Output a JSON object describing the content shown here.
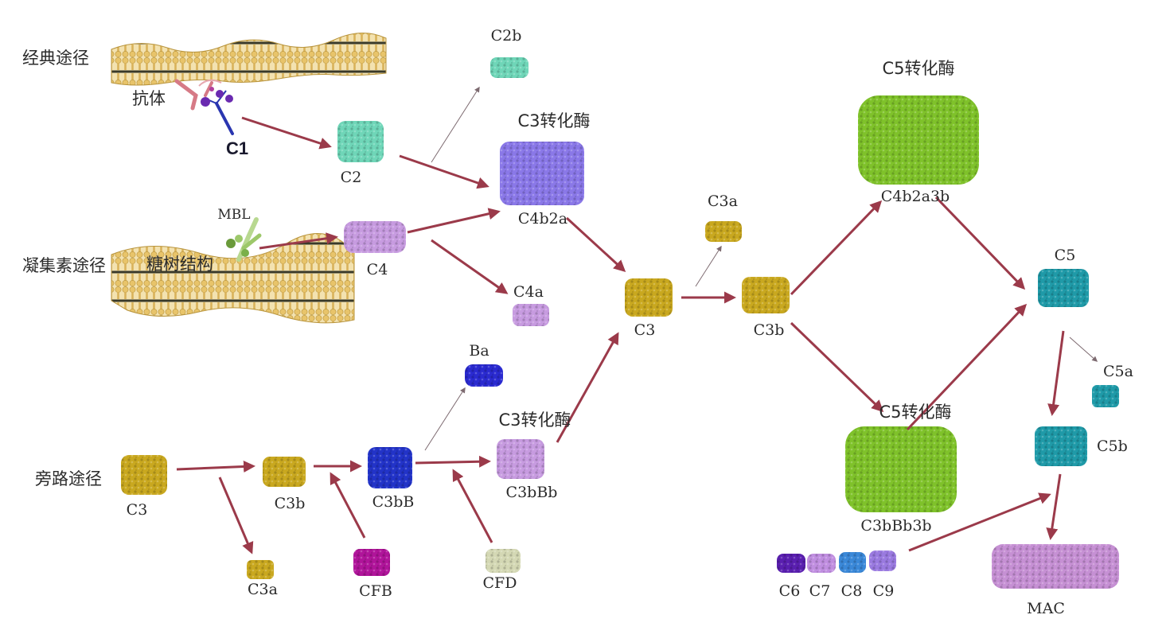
{
  "colors": {
    "arrow": "#9b3a4a",
    "thin_arrow": "#7d6a70",
    "membrane_head": "#e8c46a",
    "membrane_tail": "#c9a24a",
    "membrane_core": "#3a3a2a",
    "c3": "#c9a81f",
    "c2": "#6fd6b8",
    "c4": "#c79be0",
    "c3_convertase": "#8a78e8",
    "c5_convertase": "#7fc22a",
    "c5": "#1f9aa8",
    "ba": "#2a2ad0",
    "c3bB": "#2233c8",
    "cfb": "#b0149a",
    "cfd": "#d4d8b4",
    "c6": "#5a1fb0",
    "c7": "#c08ee0",
    "c8": "#3a88d8",
    "c9": "#9a7ae0",
    "mac": "#c690d4",
    "antibody": "#d67a86",
    "c1": "#2a36b0",
    "mbl": "#9dc86a"
  },
  "pathways": {
    "classical": "经典途径",
    "lectin": "凝集素途径",
    "alternative": "旁路途径"
  },
  "labels": {
    "antibody": "抗体",
    "c1": "C1",
    "c2": "C2",
    "c2b": "C2b",
    "c3_convertase_top": "C3转化酶",
    "c4b2a": "C4b2a",
    "mbl": "MBL",
    "glycan": "糖树结构",
    "c4": "C4",
    "c4a": "C4a",
    "c3_center": "C3",
    "c3a_top": "C3a",
    "c3b_center": "C3b",
    "c5_convertase_top": "C5转化酶",
    "c4b2a3b": "C4b2a3b",
    "c5_convertase_bottom": "C5转化酶",
    "c3bbb3b": "C3bBb3b",
    "c5": "C5",
    "c5a": "C5a",
    "c5b": "C5b",
    "mac": "MAC",
    "ba": "Ba",
    "c3_convertase_alt": "C3转化酶",
    "c3bbb": "C3bBb",
    "c3_alt": "C3",
    "c3b_alt": "C3b",
    "c3bb": "C3bB",
    "c3a_alt": "C3a",
    "cfb": "CFB",
    "cfd": "CFD",
    "c6": "C6",
    "c7": "C7",
    "c8": "C8",
    "c9": "C9"
  }
}
